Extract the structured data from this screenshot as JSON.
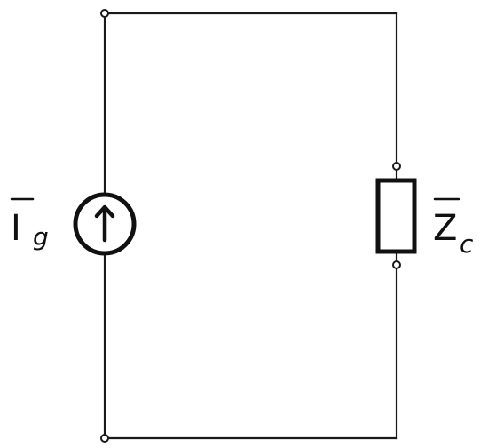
{
  "diagram": {
    "source_label": {
      "symbol": "I",
      "subscript": "g"
    },
    "load_label": {
      "symbol": "Z",
      "subscript": "c"
    }
  }
}
